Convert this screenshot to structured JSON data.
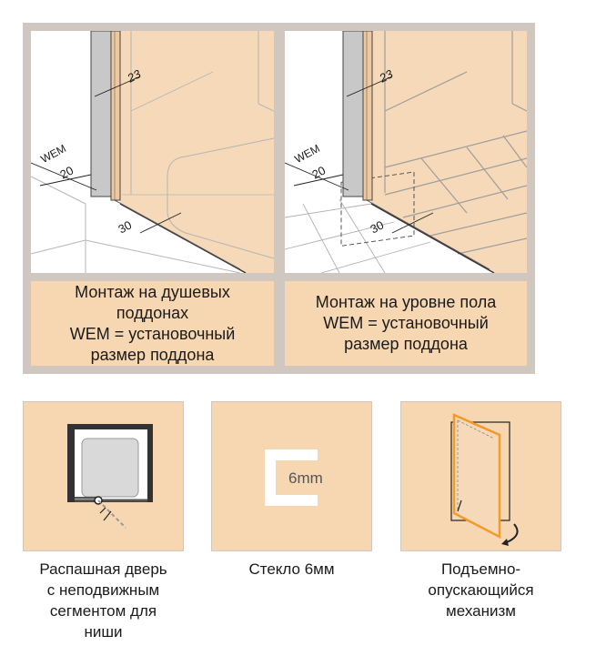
{
  "top_panels": [
    {
      "dimensions": {
        "top": "23",
        "side": "20",
        "front": "30",
        "label": "WEM"
      },
      "caption_lines": [
        "Монтаж на душевых",
        "поддонах",
        "WEM = установочный",
        "размер поддона"
      ]
    },
    {
      "dimensions": {
        "top": "23",
        "side": "20",
        "front": "30",
        "label": "WEM"
      },
      "caption_lines": [
        "Монтаж на уровне пола",
        "WEM = установочный",
        "размер поддона"
      ]
    }
  ],
  "features": [
    {
      "caption_lines": [
        "Распашная дверь",
        "с неподвижным",
        "сегментом для",
        "ниши"
      ]
    },
    {
      "glass_label": "6mm",
      "caption_lines": [
        "Стекло 6мм"
      ]
    },
    {
      "caption_lines": [
        "Подъемно-",
        "опускающийся",
        "механизм"
      ]
    }
  ],
  "colors": {
    "panel": "#f7d7b1",
    "accent": "#f39a2b",
    "frame": "#cfc7c0",
    "glass": "#f5d9b8"
  }
}
